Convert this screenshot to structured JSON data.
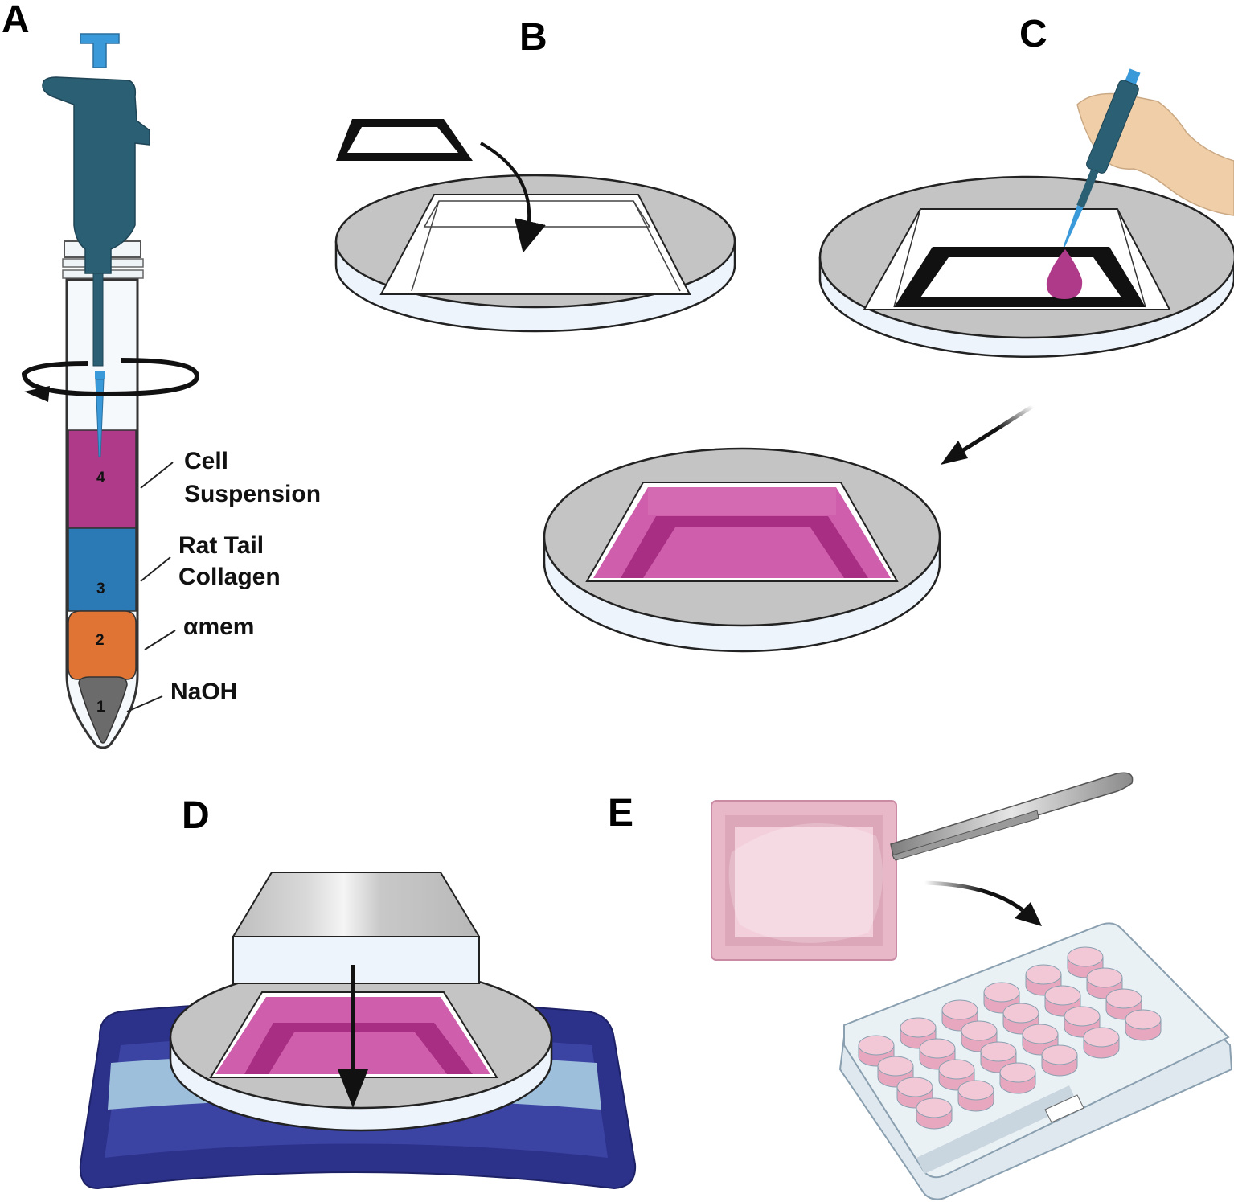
{
  "panels": {
    "a": {
      "letter": "A"
    },
    "b": {
      "letter": "B"
    },
    "c": {
      "letter": "C"
    },
    "d": {
      "letter": "D"
    },
    "e": {
      "letter": "E"
    }
  },
  "tube_layers": [
    {
      "number": "4",
      "label_line1": "Cell",
      "label_line2": "Suspension",
      "color": "#b03a8a"
    },
    {
      "number": "3",
      "label_line1": "Rat Tail",
      "label_line2": "Collagen",
      "color": "#2b79b5"
    },
    {
      "number": "2",
      "label_line1": "αmem",
      "label_line2": "",
      "color": "#df7434"
    },
    {
      "number": "1",
      "label_line1": "NaOH",
      "label_line2": "",
      "color": "#6b6b6b"
    }
  ],
  "colors": {
    "pipette": "#2b5f73",
    "plunger_tip": "#3a9ad9",
    "dish_top": "#c4c4c4",
    "dish_side": "#eef4fb",
    "gel": "#cf5fad",
    "gel_dark": "#a82e83",
    "mat": "#2c318a",
    "mat_band": "#9dbfdc",
    "plate": "#e6eef3",
    "well": "#f2c7d6"
  }
}
